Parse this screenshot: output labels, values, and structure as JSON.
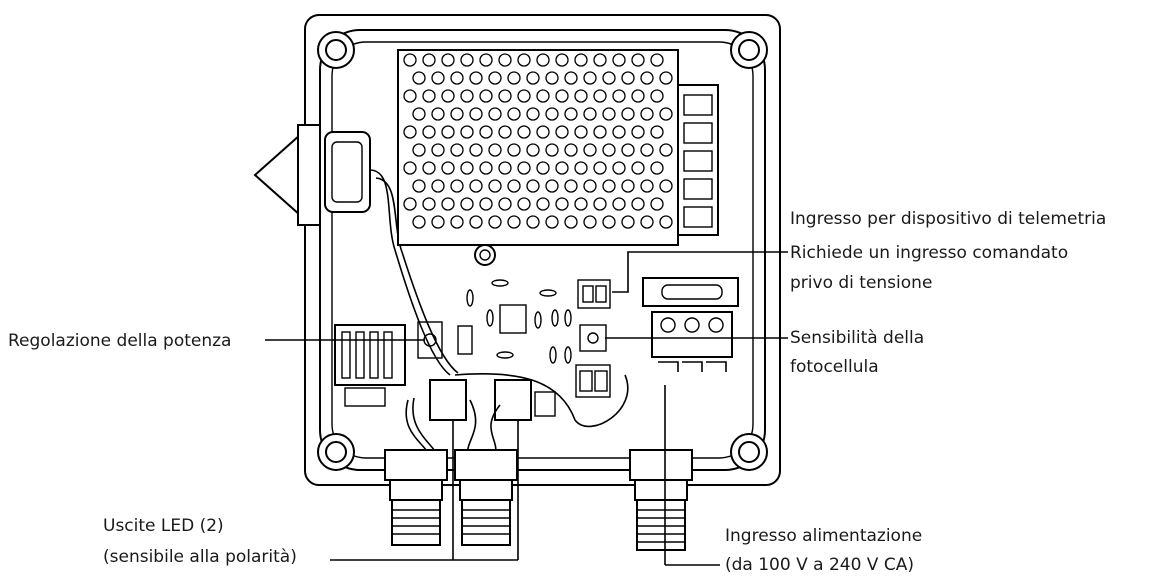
{
  "labels": {
    "power_adjust": "Regolazione della potenza",
    "telemetry_line1": "Ingresso per dispositivo di telemetria",
    "telemetry_line2": "Richiede un ingresso comandato",
    "telemetry_line3": "privo di tensione",
    "photocell_line1": "Sensibilità della",
    "photocell_line2": "fotocellula",
    "led_line1": "Uscite LED (2)",
    "led_line2": "(sensibile alla polarità)",
    "power_in_line1": "Ingresso alimentazione",
    "power_in_line2": "(da 100 V a 240 V CA)"
  }
}
